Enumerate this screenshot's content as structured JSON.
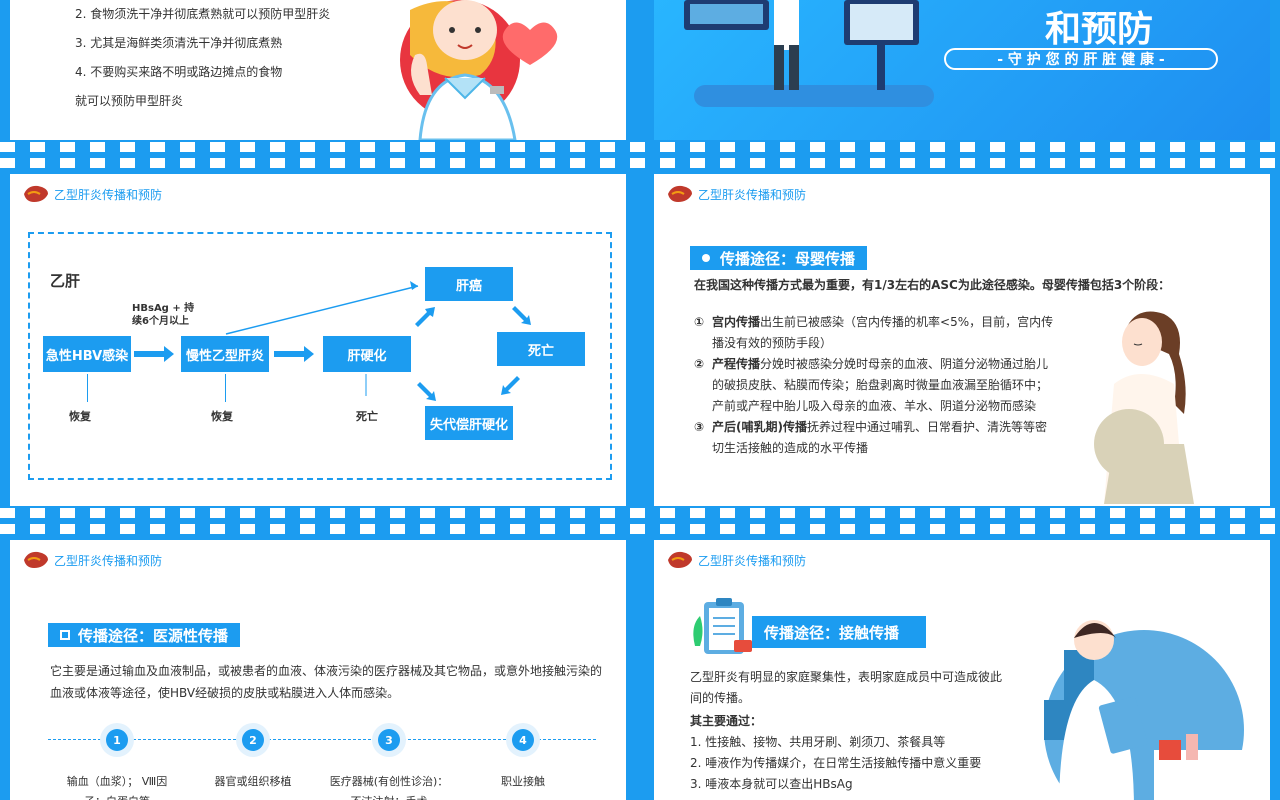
{
  "slide1": {
    "items": [
      "2.  食物须洗干净并彻底煮熟就可以预防甲型肝炎",
      "3.  尤其是海鲜类须清洗干净并彻底煮熟",
      "4.  不要购买来路不明或路边摊点的食物",
      "就可以预防甲型肝炎"
    ]
  },
  "slide2": {
    "title": "和预防",
    "subtitle": "- 守 护 您 的 肝 脏 健 康 -"
  },
  "header": {
    "title": "乙型肝炎传播和预防"
  },
  "flow": {
    "heading": "乙肝",
    "note": "HBsAg + 持续6个月以上",
    "acute": "急性HBV感染",
    "chronic": "慢性乙型肝炎",
    "cirrhosis": "肝硬化",
    "cancer": "肝癌",
    "death_box": "死亡",
    "decomp": "失代偿肝硬化",
    "recover1": "恢复",
    "recover2": "恢复",
    "death_label": "死亡"
  },
  "mother": {
    "pill": "传播途径：母婴传播",
    "intro": "在我国这种传播方式最为重要，有1/3左右的ASC为此途径感染。母婴传播包括3个阶段：",
    "items": [
      {
        "num": "①",
        "bold": "宫内传播",
        "text": "出生前已被感染（宫内传播的机率<5%，目前，宫内传播没有效的预防手段）"
      },
      {
        "num": "②",
        "bold": "产程传播",
        "text": "分娩时被感染分娩时母亲的血液、阴道分泌物通过胎儿的破损皮肤、粘膜而传染；胎盘剥离时微量血液漏至胎循环中；产前或产程中胎儿吸入母亲的血液、羊水、阴道分泌物而感染"
      },
      {
        "num": "③",
        "bold": "产后(哺乳期)传播",
        "text": "抚养过程中通过哺乳、日常看护、清洗等等密切生活接触的造成的水平传播"
      }
    ]
  },
  "medical": {
    "pill": "传播途径：医源性传播",
    "text": "它主要是通过输血及血液制品，或被患者的血液、体液污染的医疗器械及其它物品，或意外地接触污染的血液或体液等途径，使HBV经破损的皮肤或粘膜进入人体而感染。",
    "steps": [
      {
        "num": "1",
        "text": "输血（血浆）；  Ⅷ因子；白蛋白等"
      },
      {
        "num": "2",
        "text": "器官或组织移植"
      },
      {
        "num": "3",
        "text": "医疗器械(有创性诊治)：不洁注射；手术"
      },
      {
        "num": "4",
        "text": "职业接触"
      }
    ]
  },
  "contact": {
    "pill": "传播途径：接触传播",
    "intro": "乙型肝炎有明显的家庭聚集性，表明家庭成员中可造成彼此间的传播。",
    "sub": "其主要通过：",
    "items": [
      "1.  性接触、接物、共用牙刷、剃须刀、茶餐具等",
      "2.  唾液作为传播媒介，在日常生活接触传播中意义重要",
      "3.  唾液本身就可以查出HBsAg"
    ]
  },
  "colors": {
    "accent": "#1c9cf0",
    "light": "#e3f2fd"
  }
}
